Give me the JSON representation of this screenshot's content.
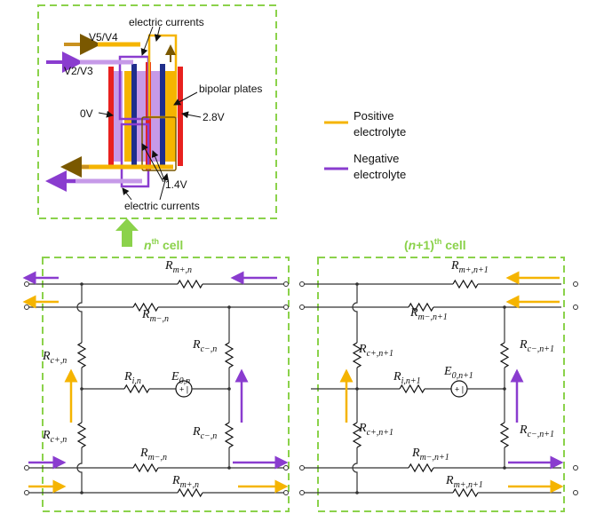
{
  "inset": {
    "label_v54": "V5/V4",
    "label_v23": "V2/V3",
    "label_currents_top": "electric currents",
    "label_currents_bottom": "electric currents",
    "label_bipolar": "bipolar plates",
    "label_0v": "0V",
    "label_28v": "2.8V",
    "label_14v": "1.4V"
  },
  "legend": {
    "positive_line1": "Positive",
    "positive_line2": "electrolyte",
    "negative_line1": "Negative",
    "negative_line2": "electrolyte"
  },
  "cells": {
    "nth": {
      "n": "n",
      "sup": "th",
      "word": " cell"
    },
    "n1": {
      "open": "(",
      "n": "n",
      "rest": "+1)",
      "sup": "th",
      "word": " cell"
    }
  },
  "resistors": {
    "rm_plus_n": {
      "main": "R",
      "sub": "m+,n"
    },
    "rm_minus_n_top": {
      "main": "R",
      "sub": "m−,n"
    },
    "rc_plus_n_top": {
      "main": "R",
      "sub": "c+,n"
    },
    "ri_n": {
      "main": "R",
      "sub": "i,n"
    },
    "e0_n": {
      "main": "E",
      "sub": "0,n"
    },
    "rc_minus_n_top": {
      "main": "R",
      "sub": "c−,n"
    },
    "rc_plus_n_bot": {
      "main": "R",
      "sub": "c+,n"
    },
    "rc_minus_n_bot": {
      "main": "R",
      "sub": "c−,n"
    },
    "rm_minus_n_bot": {
      "main": "R",
      "sub": "m−,n"
    },
    "rm_plus_n_bot": {
      "main": "R",
      "sub": "m+,n"
    },
    "rm_plus_n1": {
      "main": "R",
      "sub": "m+,n+1"
    },
    "rm_minus_n1_top": {
      "main": "R",
      "sub": "m−,n+1"
    },
    "rc_plus_n1_top": {
      "main": "R",
      "sub": "c+,n+1"
    },
    "ri_n1": {
      "main": "R",
      "sub": "i,n+1"
    },
    "e0_n1": {
      "main": "E",
      "sub": "0,n+1"
    },
    "rc_minus_n1_top": {
      "main": "R",
      "sub": "c−,n+1"
    },
    "rc_plus_n1_bot": {
      "main": "R",
      "sub": "c+,n+1"
    },
    "rc_minus_n1_bot": {
      "main": "R",
      "sub": "c−,n+1"
    },
    "rm_minus_n1_bot": {
      "main": "R",
      "sub": "m−,n+1"
    },
    "rm_plus_n1_bot": {
      "main": "R",
      "sub": "m+,n+1"
    }
  },
  "source_symbol": "+ |",
  "colors": {
    "positive": "#f5b400",
    "negative": "#8a3ccf",
    "negative_light": "#c69ae8",
    "dashed_box": "#8bd24b",
    "plate_red": "#e8211f",
    "plate_blue": "#1f2e8c",
    "wire": "#333333"
  }
}
